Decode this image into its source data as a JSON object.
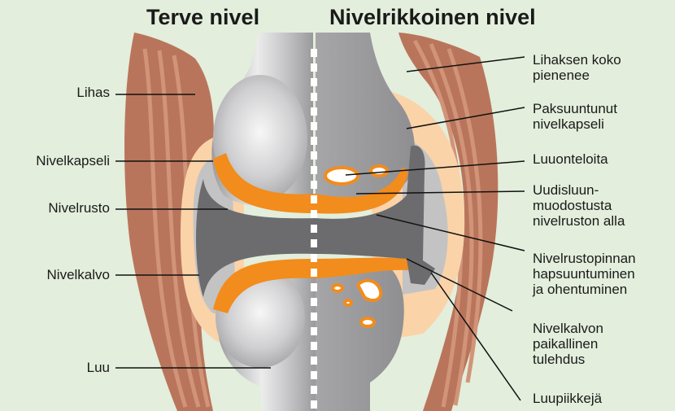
{
  "titles": {
    "healthy": "Terve nivel",
    "arthritic": "Nivelrikkoinen nivel"
  },
  "labels_left": {
    "muscle": "Lihas",
    "capsule": "Nivelkapseli",
    "cartilage": "Nivelrusto",
    "synovium": "Nivelkalvo",
    "bone": "Luu"
  },
  "labels_right": {
    "muscle_shrinks": [
      "Lihaksen koko",
      "pienenee"
    ],
    "thick_capsule": [
      "Paksuuntunut",
      "nivelkapseli"
    ],
    "bone_cysts": [
      "Luuonteloita"
    ],
    "new_bone": [
      "Uudisluun-",
      "muodostusta",
      "nivelruston alla"
    ],
    "cartilage_wear": [
      "Nivelrustopinnan",
      "hapsuuntuminen",
      "ja ohentuminen"
    ],
    "local_inflammation": [
      "Nivelkalvon",
      "paikallinen",
      "tulehdus"
    ],
    "bone_spurs": [
      "Luupiikkejä"
    ]
  },
  "colors": {
    "background": "#e3eedc",
    "muscle": "#b9755b",
    "capsule": "#fbd3a8",
    "synovium": "#c3c3c4",
    "cartilage": "#f28c1c",
    "joint_space": "#6c6c6e",
    "bone": "#a9a9ac"
  }
}
